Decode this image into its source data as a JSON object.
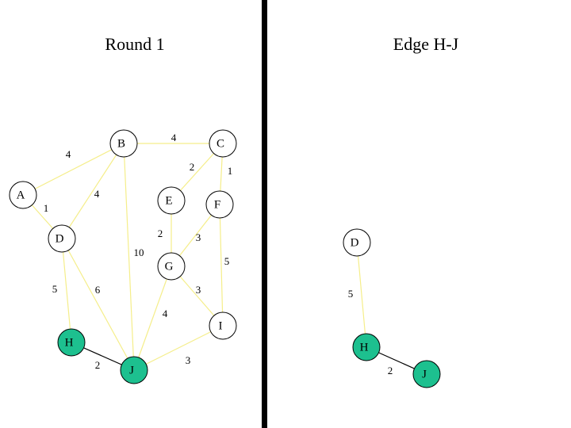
{
  "titles": {
    "left": "Round 1",
    "right": "Edge H-J"
  },
  "colors": {
    "background": "#ffffff",
    "edge": "#f5ee8a",
    "selected_edge": "#000000",
    "node_fill": "#ffffff",
    "highlight_fill": "#1dc08f",
    "node_stroke": "#000000",
    "divider": "#000000"
  },
  "left_graph": {
    "nodes": [
      {
        "id": "A",
        "label": "A",
        "highlight": false
      },
      {
        "id": "B",
        "label": "B",
        "highlight": false
      },
      {
        "id": "C",
        "label": "C",
        "highlight": false
      },
      {
        "id": "D",
        "label": "D",
        "highlight": false
      },
      {
        "id": "E",
        "label": "E",
        "highlight": false
      },
      {
        "id": "F",
        "label": "F",
        "highlight": false
      },
      {
        "id": "G",
        "label": "G",
        "highlight": false
      },
      {
        "id": "H",
        "label": "H",
        "highlight": true
      },
      {
        "id": "I",
        "label": "I",
        "highlight": false
      },
      {
        "id": "J",
        "label": "J",
        "highlight": true
      }
    ],
    "edges": [
      {
        "from": "A",
        "to": "B",
        "weight": "4",
        "selected": false
      },
      {
        "from": "A",
        "to": "D",
        "weight": "1",
        "selected": false
      },
      {
        "from": "B",
        "to": "C",
        "weight": "4",
        "selected": false
      },
      {
        "from": "B",
        "to": "D",
        "weight": "4",
        "selected": false
      },
      {
        "from": "B",
        "to": "J",
        "weight": "10",
        "selected": false
      },
      {
        "from": "C",
        "to": "E",
        "weight": "2",
        "selected": false
      },
      {
        "from": "C",
        "to": "F",
        "weight": "1",
        "selected": false
      },
      {
        "from": "E",
        "to": "G",
        "weight": "2",
        "selected": false
      },
      {
        "from": "F",
        "to": "G",
        "weight": "3",
        "selected": false
      },
      {
        "from": "F",
        "to": "I",
        "weight": "5",
        "selected": false
      },
      {
        "from": "D",
        "to": "H",
        "weight": "5",
        "selected": false
      },
      {
        "from": "D",
        "to": "J",
        "weight": "6",
        "selected": false
      },
      {
        "from": "G",
        "to": "I",
        "weight": "3",
        "selected": false
      },
      {
        "from": "G",
        "to": "J",
        "weight": "4",
        "selected": false
      },
      {
        "from": "H",
        "to": "J",
        "weight": "2",
        "selected": true
      },
      {
        "from": "I",
        "to": "J",
        "weight": "3",
        "selected": false
      }
    ]
  },
  "right_graph": {
    "nodes": [
      {
        "id": "D",
        "label": "D",
        "highlight": false
      },
      {
        "id": "H",
        "label": "H",
        "highlight": true
      },
      {
        "id": "J",
        "label": "J",
        "highlight": true
      }
    ],
    "edges": [
      {
        "from": "D",
        "to": "H",
        "weight": "5",
        "selected": false
      },
      {
        "from": "H",
        "to": "J",
        "weight": "2",
        "selected": true
      }
    ]
  }
}
